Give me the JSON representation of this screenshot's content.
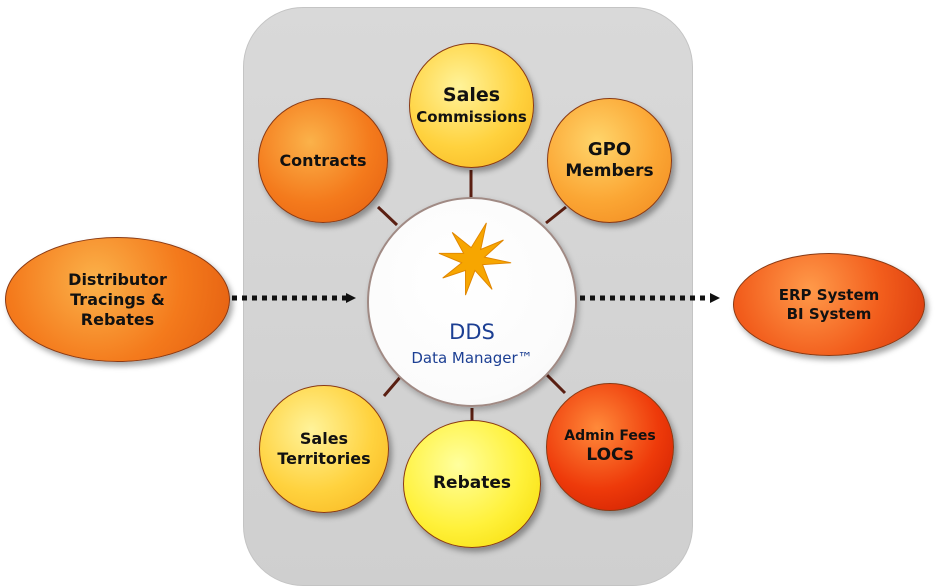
{
  "diagram": {
    "hub": {
      "title": "DDS",
      "subtitle": "Data Manager™",
      "logo": "starburst-logo"
    },
    "inputs": [
      {
        "lines": [
          "Distributor",
          "Tracings &",
          "Rebates"
        ]
      }
    ],
    "outputs": [
      {
        "lines": [
          "ERP System",
          "BI System"
        ]
      }
    ],
    "modules": {
      "sales_commissions": {
        "lines": [
          "Sales",
          "Commissions"
        ]
      },
      "contracts": {
        "lines": [
          "Contracts"
        ]
      },
      "gpo_members": {
        "lines": [
          "GPO",
          "Members"
        ]
      },
      "sales_territories": {
        "lines": [
          "Sales",
          "Territories"
        ]
      },
      "rebates": {
        "lines": [
          "Rebates"
        ]
      },
      "admin_fees": {
        "lines": [
          "Admin Fees",
          "LOCs"
        ]
      }
    },
    "colors": {
      "panel": "#d6d6d6",
      "hub_text": "#1c3f93",
      "connector": "#5a1f12",
      "arrow": "#111111",
      "star": "#f7a600"
    }
  }
}
